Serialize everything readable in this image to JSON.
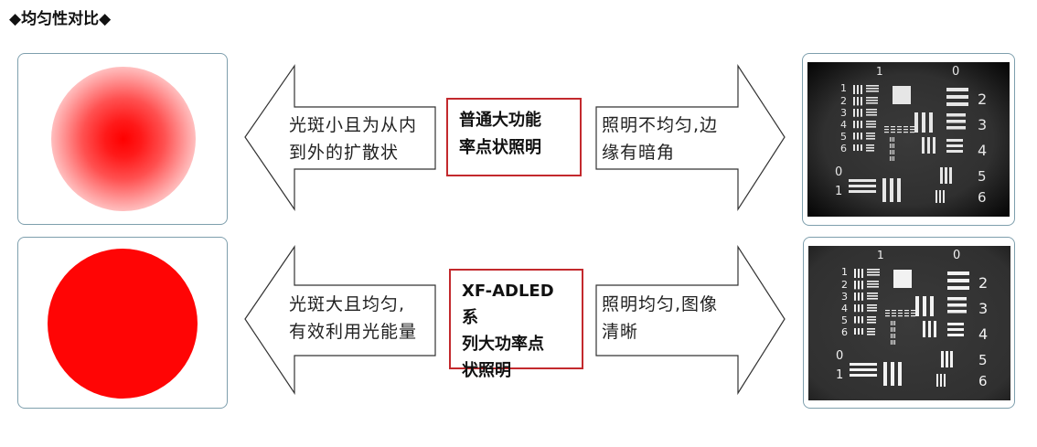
{
  "title": "◆均匀性对比◆",
  "rows": [
    {
      "left_text_lines": [
        "光斑小且为从内",
        "到外的扩散状"
      ],
      "label_lines": [
        "普通大功能",
        "率点状照明"
      ],
      "right_text_lines": [
        "照明不均匀,边",
        "缘有暗角"
      ]
    },
    {
      "left_text_lines": [
        "光斑大且均匀,",
        "有效利用光能量"
      ],
      "label_lines": [
        "XF-ADLED 系",
        "列大功率点",
        "状照明"
      ],
      "right_text_lines": [
        "照明均匀,图像",
        "清晰"
      ]
    }
  ],
  "colors": {
    "panel_border": "#7e9fad",
    "label_border": "#c3292d",
    "spot_red": "#ff0000"
  }
}
